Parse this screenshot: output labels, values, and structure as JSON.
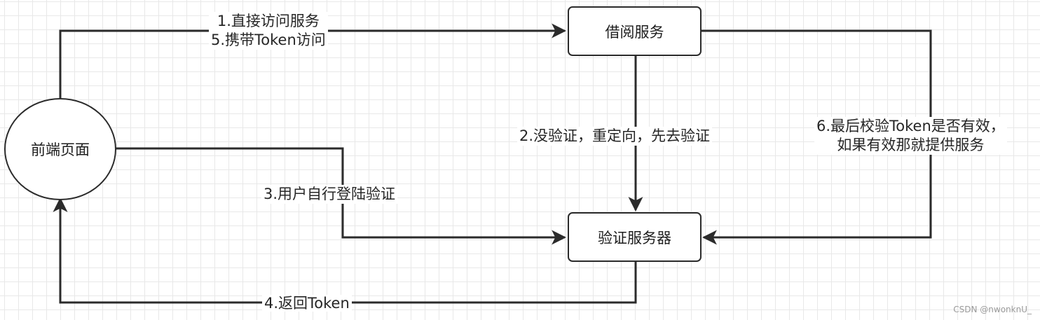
{
  "diagram": {
    "nodes": {
      "frontend": "前端页面",
      "borrow_service": "借阅服务",
      "auth_server": "验证服务器"
    },
    "edges": {
      "direct_access_line1": "1.直接访问服务",
      "direct_access_line2": "5.携带Token访问",
      "redirect": "2.没验证，重定向，先去验证",
      "user_login": "3.用户自行登陆验证",
      "return_token": "4.返回Token",
      "verify_line1": "6.最后校验Token是否有效，",
      "verify_line2": "如果有效那就提供服务"
    },
    "colors": {
      "stroke": "#2b2b2b",
      "grid": "#e8e8e8",
      "background": "#ffffff"
    }
  },
  "watermark": "CSDN @nwonknU_"
}
